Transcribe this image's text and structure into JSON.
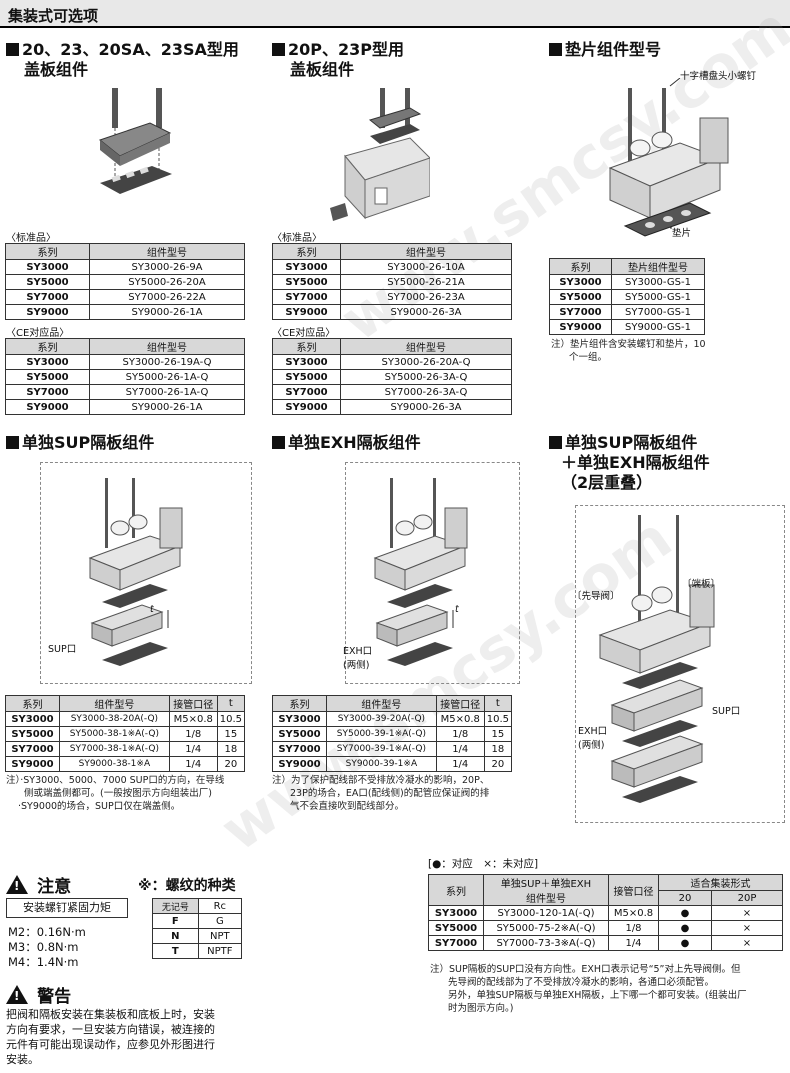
{
  "header": "集装式可选项",
  "sec1": {
    "title1": "20、23、20SA、23SA型用",
    "title2": "盖板组件",
    "std_label": "〈标准品〉",
    "ce_label": "〈CE对应品〉",
    "headers": [
      "系列",
      "组件型号"
    ],
    "std_rows": [
      [
        "SY3000",
        "SY3000-26-9A"
      ],
      [
        "SY5000",
        "SY5000-26-20A"
      ],
      [
        "SY7000",
        "SY7000-26-22A"
      ],
      [
        "SY9000",
        "SY9000-26-1A"
      ]
    ],
    "ce_rows": [
      [
        "SY3000",
        "SY3000-26-19A-Q"
      ],
      [
        "SY5000",
        "SY5000-26-1A-Q"
      ],
      [
        "SY7000",
        "SY7000-26-1A-Q"
      ],
      [
        "SY9000",
        "SY9000-26-1A"
      ]
    ]
  },
  "sec2": {
    "title1": "20P、23P型用",
    "title2": "盖板组件",
    "std_label": "〈标准品〉",
    "ce_label": "〈CE对应品〉",
    "headers": [
      "系列",
      "组件型号"
    ],
    "std_rows": [
      [
        "SY3000",
        "SY3000-26-10A"
      ],
      [
        "SY5000",
        "SY5000-26-21A"
      ],
      [
        "SY7000",
        "SY7000-26-23A"
      ],
      [
        "SY9000",
        "SY9000-26-3A"
      ]
    ],
    "ce_rows": [
      [
        "SY3000",
        "SY3000-26-20A-Q"
      ],
      [
        "SY5000",
        "SY5000-26-3A-Q"
      ],
      [
        "SY7000",
        "SY7000-26-3A-Q"
      ],
      [
        "SY9000",
        "SY9000-26-3A"
      ]
    ]
  },
  "sec3": {
    "title": "垫片组件型号",
    "screw_label": "十字槽盘头小螺钉",
    "gasket_label": "垫片",
    "headers": [
      "系列",
      "垫片组件型号"
    ],
    "rows": [
      [
        "SY3000",
        "SY3000-GS-1"
      ],
      [
        "SY5000",
        "SY5000-GS-1"
      ],
      [
        "SY7000",
        "SY7000-GS-1"
      ],
      [
        "SY9000",
        "SY9000-GS-1"
      ]
    ],
    "note1": "注）垫片组件含安装螺钉和垫片，10",
    "note2": "个一组。"
  },
  "sec4": {
    "title": "单独SUP隔板组件",
    "port_label": "SUP口",
    "t_label": "t",
    "headers": [
      "系列",
      "组件型号",
      "接管口径",
      "t"
    ],
    "rows": [
      [
        "SY3000",
        "SY3000-38-20A(-Q)",
        "M5×0.8",
        "10.5"
      ],
      [
        "SY5000",
        "SY5000-38-1※A(-Q)",
        "1/8",
        "15"
      ],
      [
        "SY7000",
        "SY7000-38-1※A(-Q)",
        "1/4",
        "18"
      ],
      [
        "SY9000",
        "SY9000-38-1※A",
        "1/4",
        "20"
      ]
    ],
    "note1": "注）·SY3000、5000、7000 SUP口的方向，在导线",
    "note2": "侧或端盖侧都可。(一般按图示方向组装出厂)",
    "note3": "·SY9000的场合，SUP口仅在端盖侧。"
  },
  "sec5": {
    "title": "单独EXH隔板组件",
    "port_label1": "EXH口",
    "port_label2": "(两侧)",
    "t_label": "t",
    "headers": [
      "系列",
      "组件型号",
      "接管口径",
      "t"
    ],
    "rows": [
      [
        "SY3000",
        "SY3000-39-20A(-Q)",
        "M5×0.8",
        "10.5"
      ],
      [
        "SY5000",
        "SY5000-39-1※A(-Q)",
        "1/8",
        "15"
      ],
      [
        "SY7000",
        "SY7000-39-1※A(-Q)",
        "1/4",
        "18"
      ],
      [
        "SY9000",
        "SY9000-39-1※A",
        "1/4",
        "20"
      ]
    ],
    "note1": "注）为了保护配线部不受排放冷凝水的影响，20P、",
    "note2": "23P的场合，EA口(配线侧)的配管应保证阀的排",
    "note3": "气不会直接吹到配线部分。"
  },
  "sec6": {
    "title1": "单独SUP隔板组件",
    "title2": "＋单独EXH隔板组件",
    "title3": "（2层重叠）",
    "pilot_label": "〔先导阀〕",
    "endplate_label": "〔端板〕",
    "sup_label": "SUP口",
    "exh_label1": "EXH口",
    "exh_label2": "(两侧)"
  },
  "caution": {
    "title": "注意",
    "box": "安装螺钉紧固力矩",
    "lines": [
      "M2：0.16N·m",
      "M3：0.8N·m",
      "M4：1.4N·m"
    ]
  },
  "thread": {
    "title": "※：螺纹的种类",
    "headers": [
      "无记号",
      "Rc"
    ],
    "rows": [
      [
        "F",
        "G"
      ],
      [
        "N",
        "NPT"
      ],
      [
        "T",
        "NPTF"
      ]
    ]
  },
  "warning": {
    "title": "警告",
    "lines": [
      "把阀和隔板安装在集装板和底板上时，安装",
      "方向有要求，一旦安装方向错误，被连接的",
      "元件有可能出现误动作，应参见外形图进行",
      "安装。"
    ]
  },
  "combo": {
    "legend": "[●：对应　×：未对应]",
    "h_series": "系列",
    "h_model1": "单独SUP＋单独EXH",
    "h_model2": "组件型号",
    "h_port": "接管口径",
    "h_fit": "适合集装形式",
    "h_20": "20",
    "h_20p": "20P",
    "rows": [
      [
        "SY3000",
        "SY3000-120-1A(-Q)",
        "M5×0.8",
        "●",
        "×"
      ],
      [
        "SY5000",
        "SY5000-75-2※A(-Q)",
        "1/8",
        "●",
        "×"
      ],
      [
        "SY7000",
        "SY7000-73-3※A(-Q)",
        "1/4",
        "●",
        "×"
      ]
    ],
    "note1": "注）SUP隔板的SUP口没有方向性。EXH口表示记号“5”对上先导阀侧。但",
    "note2": "先导阀的配线部为了不受排放冷凝水的影响，各通口必须配管。",
    "note3": "另外，单独SUP隔板与单独EXH隔板，上下哪一个都可安装。(组装出厂",
    "note4": "时为图示方向。)"
  },
  "watermark": "www.smcsy.com"
}
